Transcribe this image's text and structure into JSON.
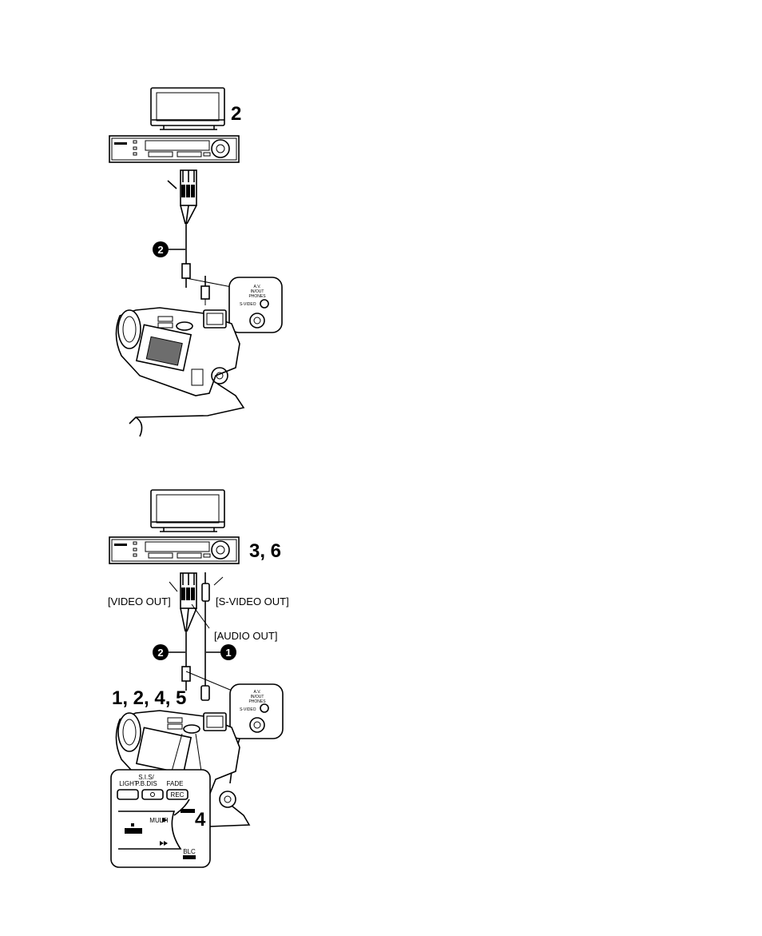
{
  "diagram_top": {
    "step_label": "2",
    "callout": {
      "av_jack_label": "A.V.\nIN/OUT\nPHONES",
      "svideo_label": "S-VIDEO"
    },
    "cable_markers": [
      {
        "id": "cable-2",
        "symbol": "2"
      }
    ]
  },
  "diagram_bottom": {
    "step_label_vcr": "3, 6",
    "step_label_camera": "1, 2, 4, 5",
    "labels": {
      "video_out": "[VIDEO OUT]",
      "svideo_out": "[S-VIDEO OUT]",
      "audio_out": "[AUDIO OUT]"
    },
    "callout": {
      "av_jack_label": "A.V.\nIN/OUT\nPHONES",
      "svideo_label": "S-VIDEO"
    },
    "cable_markers": [
      {
        "id": "cable-2",
        "symbol": "2"
      },
      {
        "id": "cable-1",
        "symbol": "1"
      }
    ],
    "zoom_panel": {
      "light_label": "LIGHT",
      "sis_label": "S.I.S/\nP.B.DIS",
      "fade_label": "FADE",
      "rec_label": "REC",
      "multi_label": "MULTI",
      "blc_label": "BLC",
      "step_label": "4"
    }
  }
}
